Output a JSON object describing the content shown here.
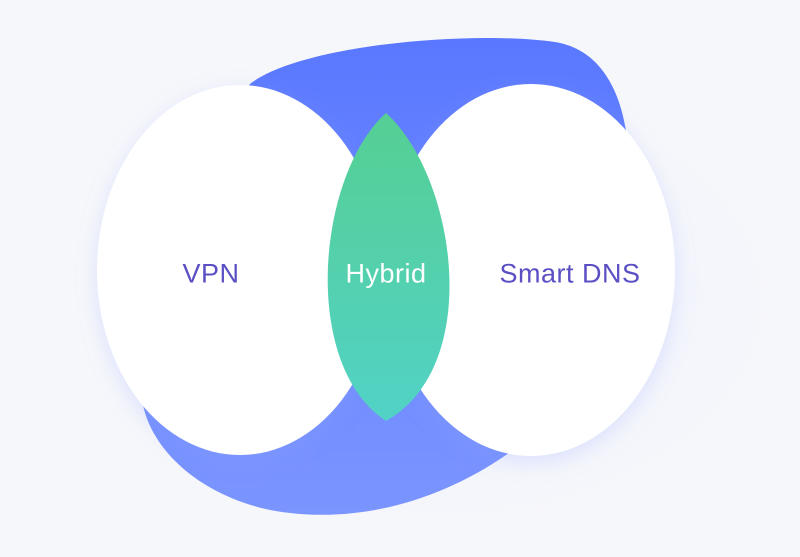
{
  "diagram": {
    "type": "venn",
    "sets": [
      {
        "label": "VPN"
      },
      {
        "label": "Smart DNS"
      }
    ],
    "intersection": {
      "label": "Hybrid"
    }
  },
  "colors": {
    "background": "#f6f7fb",
    "blob_blue": "#5a78ff",
    "blob_blue_light": "#7b95ff",
    "circle_fill": "#ffffff",
    "intersection_top": "#55cf93",
    "intersection_bottom": "#52d2c6",
    "set_label": "#5b4fc4",
    "intersection_label": "#ffffff"
  }
}
